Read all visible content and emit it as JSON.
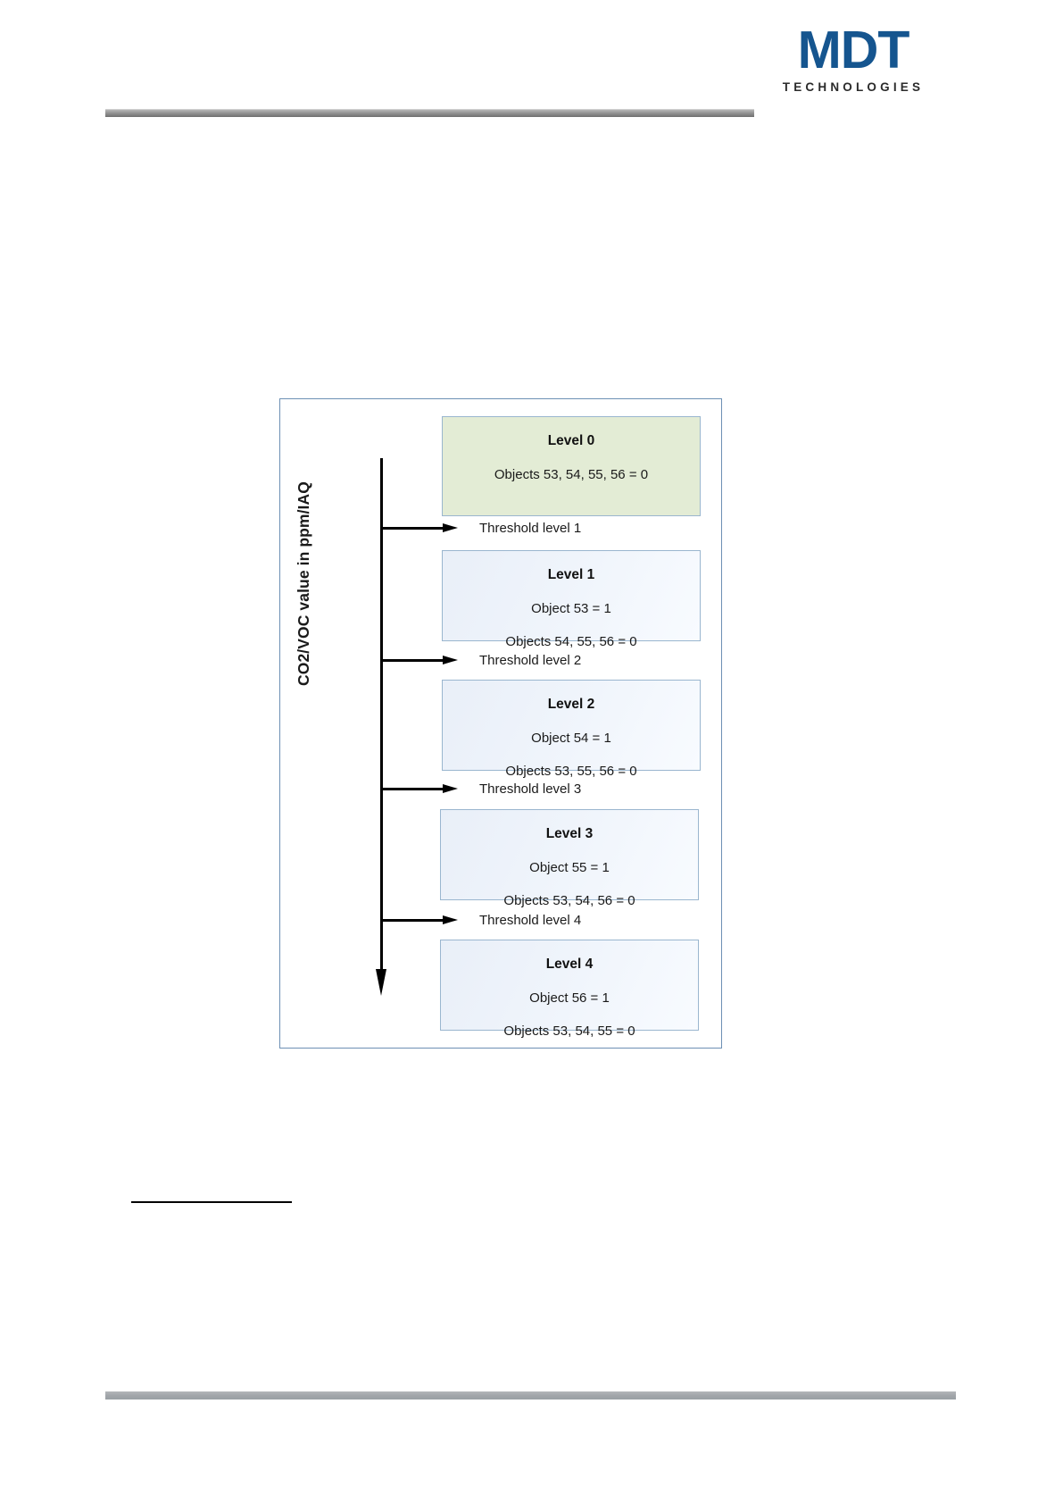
{
  "header": {
    "logo_mark": "MDT",
    "logo_sub": "TECHNOLOGIES",
    "logo_color": "#15558f",
    "rule_color": "#8c8c8c"
  },
  "diagram": {
    "axis_label": "CO2/VOC value in ppm/IAQ",
    "border_color": "#6d90b4",
    "levels": [
      {
        "title": "Level 0",
        "lines": [
          "Objects 53, 54, 55, 56 = 0"
        ],
        "fill": "#e3ecd5",
        "variant": "green"
      },
      {
        "title": "Level 1",
        "lines": [
          "Object 53 = 1",
          "Objects 54, 55, 56 = 0"
        ],
        "fill": "#eaf0f8",
        "variant": "blue"
      },
      {
        "title": "Level 2",
        "lines": [
          "Object 54 = 1",
          "Objects 53, 55, 56 = 0"
        ],
        "fill": "#eaf0f8",
        "variant": "blue"
      },
      {
        "title": "Level 3",
        "lines": [
          "Object 55 = 1",
          "Objects 53, 54, 56 = 0"
        ],
        "fill": "#eaf0f8",
        "variant": "blue"
      },
      {
        "title": "Level 4",
        "lines": [
          "Object 56 = 1",
          "Objects 53, 54, 55 = 0"
        ],
        "fill": "#eaf0f8",
        "variant": "blue"
      }
    ],
    "thresholds": [
      {
        "label": "Threshold level 1"
      },
      {
        "label": "Threshold level 2"
      },
      {
        "label": "Threshold level 3"
      },
      {
        "label": "Threshold level 4"
      }
    ]
  },
  "footer": {
    "rule_color": "#a2a6aa"
  }
}
